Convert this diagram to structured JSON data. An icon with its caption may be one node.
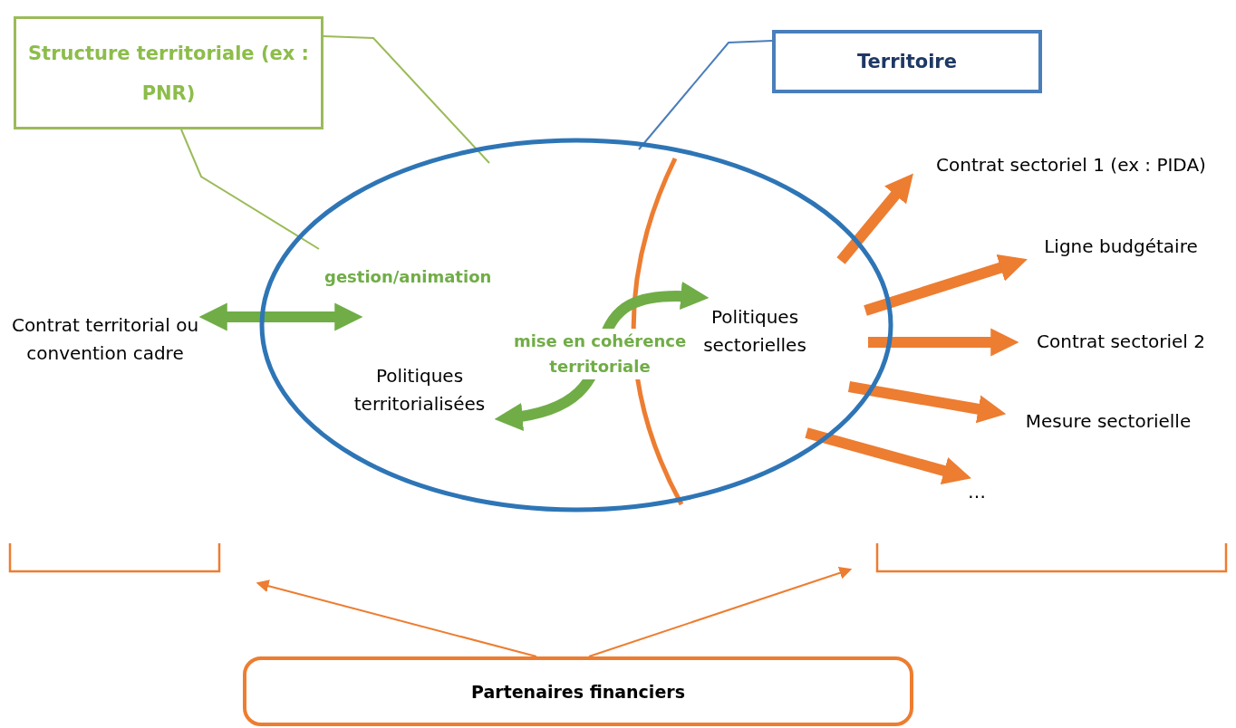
{
  "diagram": {
    "nodes": [
      {
        "text": [
          "Structure territoriale (ex : PNR)"
        ]
      },
      {
        "text": [
          "Territoire"
        ]
      },
      {
        "text": [],
        "shape": "ellipse"
      },
      {
        "text": [
          "Politiques territorialisées"
        ],
        "in": 2
      },
      {
        "text": [
          "Politiques sectorielles"
        ],
        "in": 2
      },
      {
        "text": [
          "Contrat territorial ou convention cadre"
        ]
      },
      {
        "text": [
          "Contrat sectoriel 1 (ex : PIDA)"
        ]
      },
      {
        "text": [
          "Ligne budgétaire"
        ]
      },
      {
        "text": [
          "Contrat sectoriel 2"
        ]
      },
      {
        "text": [
          "Mesure sectorielle"
        ]
      },
      {
        "text": [
          "…"
        ]
      },
      {
        "text": [
          "Partenaires financiers"
        ]
      }
    ],
    "edges": [
      {
        "from": 0,
        "to": 2,
        "arrow": "none",
        "color": "#9bbb59"
      },
      {
        "from": 0,
        "to": 2,
        "arrow": "none",
        "color": "#9bbb59"
      },
      {
        "from": 1,
        "to": 2,
        "arrow": "none",
        "color": "#4a7ebb"
      },
      {
        "from": 5,
        "to": 3,
        "arrow": "both",
        "label": "gestion/animation",
        "color": "#70ad47"
      },
      {
        "from": 3,
        "to": 4,
        "arrow": "both",
        "label": "mise en cohérence territoriale",
        "color": "#70ad47"
      },
      {
        "from": 2,
        "to": 6,
        "arrow": "to"
      },
      {
        "from": 2,
        "to": 7,
        "arrow": "to"
      },
      {
        "from": 2,
        "to": 8,
        "arrow": "to"
      },
      {
        "from": 2,
        "to": 9,
        "arrow": "to"
      },
      {
        "from": 2,
        "to": 10,
        "arrow": "to"
      },
      {
        "from": 11,
        "to": null,
        "arrow": "to"
      },
      {
        "from": 11,
        "to": null,
        "arrow": "to"
      }
    ]
  }
}
